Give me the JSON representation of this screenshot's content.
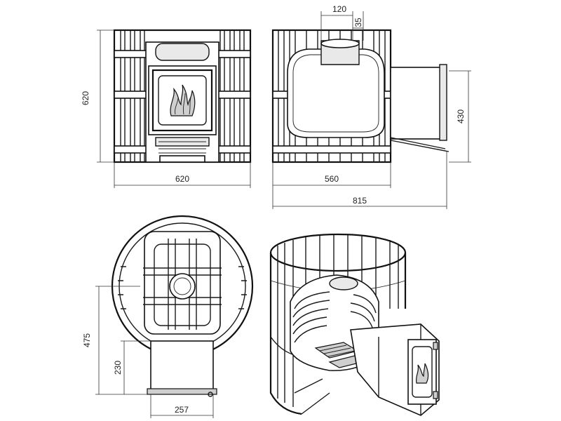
{
  "dimensions": {
    "front_height": "620",
    "front_width": "620",
    "side_chimney_offset": "120",
    "side_chimney_gap": "35",
    "side_depth": "560",
    "side_firebox_height": "430",
    "side_total_length": "815",
    "top_depth": "475",
    "top_tunnel_length": "230",
    "top_tunnel_width": "257"
  },
  "colors": {
    "line": "#111111",
    "background": "#ffffff",
    "metal_fill": "#e9e9e9"
  }
}
